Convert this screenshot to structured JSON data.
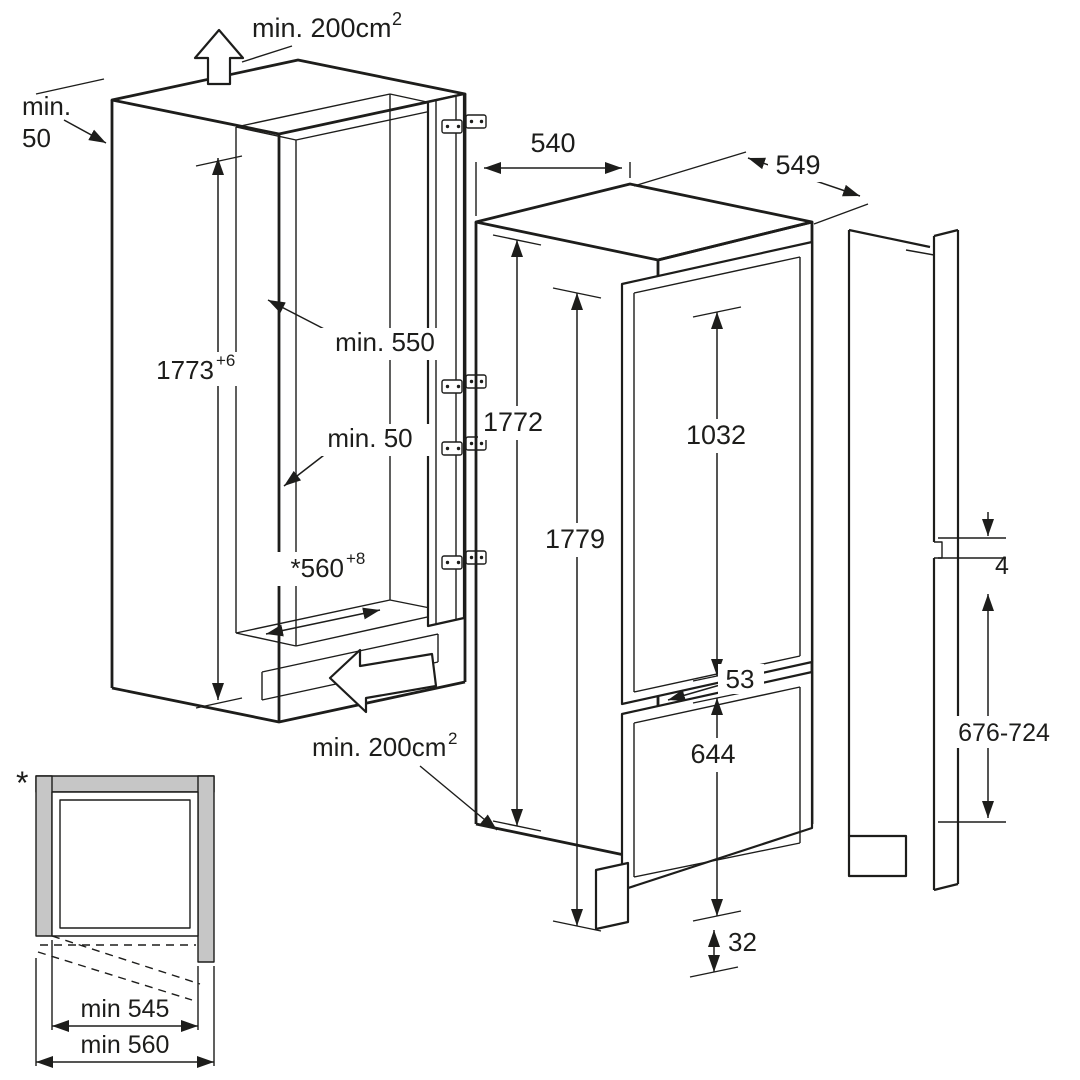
{
  "diagram": {
    "type": "appliance-installation-dimensions",
    "colors": {
      "line": "#1d1d1b",
      "panel_gray": "#c6c6c6"
    },
    "niche": {
      "vent_top": "min. 200cm",
      "vent_top_sup": "2",
      "top_clearance_line1": "min.",
      "top_clearance_line2": "50",
      "height": "1773",
      "height_tol": "+6",
      "depth": "min. 550",
      "rear_gap": "min. 50",
      "width": "*560",
      "width_tol": "+8",
      "vent_bottom": "min. 200cm",
      "vent_bottom_sup": "2"
    },
    "appliance": {
      "width": "540",
      "depth": "549",
      "height_body": "1772",
      "height_total": "1779",
      "upper_door": "1032",
      "door_gap": "53",
      "lower_door": "644",
      "bottom_gap": "32"
    },
    "side_panel": {
      "door_clearance": "4",
      "hinge_range": "676-724"
    },
    "plan": {
      "mark": "*",
      "inner_width": "min 545",
      "outer_width": "min 560"
    }
  }
}
